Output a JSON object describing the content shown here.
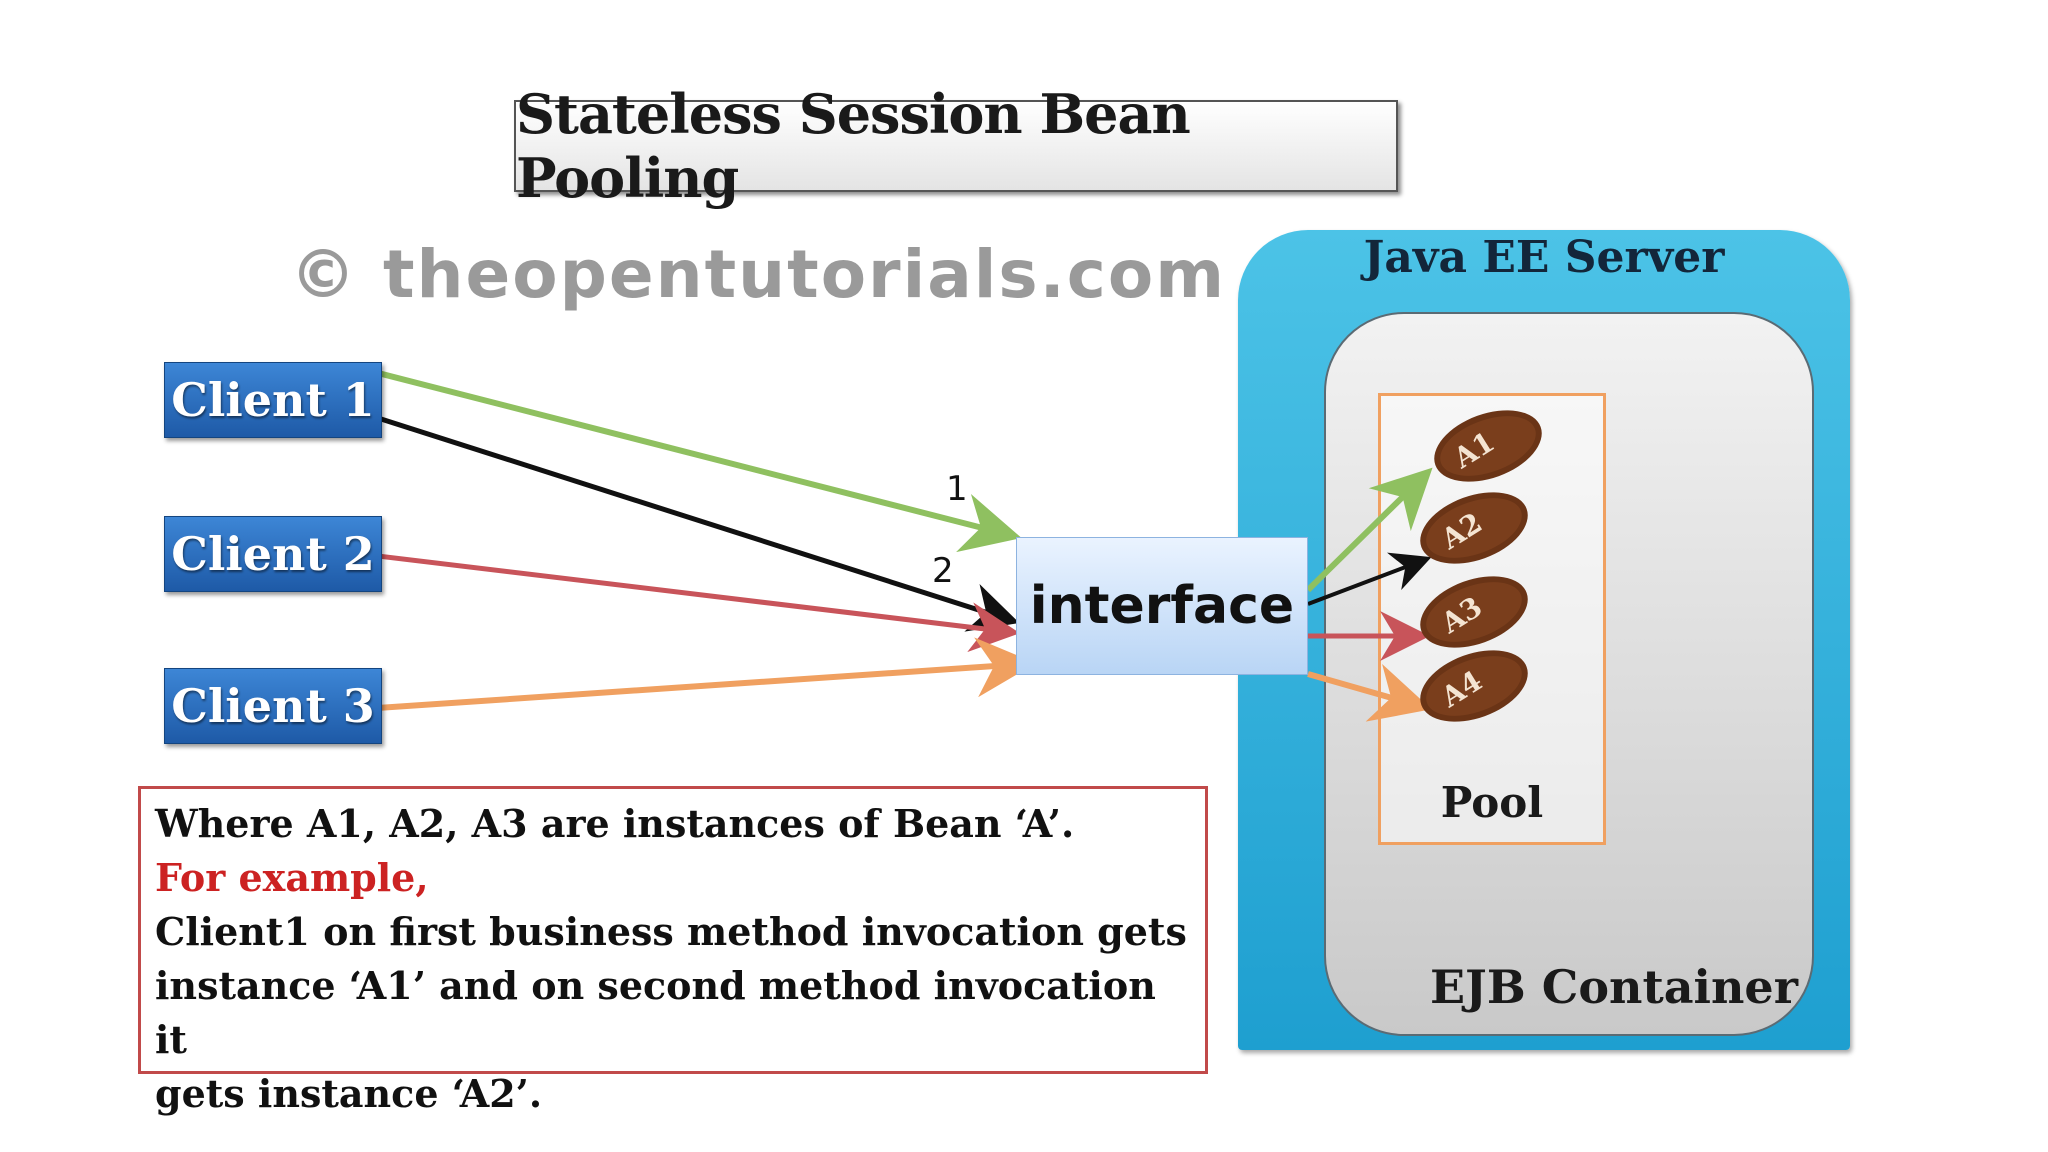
{
  "title": "Stateless Session Bean Pooling",
  "watermark": "© theopentutorials.com",
  "clients": [
    "Client 1",
    "Client 2",
    "Client 3"
  ],
  "interface_label": "interface",
  "server_label": "Java EE Server",
  "container_label": "EJB Container",
  "pool_label": "Pool",
  "instances": [
    "A1",
    "A2",
    "A3",
    "A4"
  ],
  "arrow_labels": [
    "1",
    "2"
  ],
  "note": {
    "line1": "Where A1, A2, A3 are instances of Bean ‘A’.",
    "line2": "For example,",
    "line3": "Client1 on first business method invocation gets",
    "line4": "instance ‘A1’ and on second method invocation it",
    "line5": "gets instance ‘A2’."
  },
  "colors": {
    "green": "#8fc060",
    "black": "#111111",
    "red": "#c8545a",
    "orange": "#f0a060",
    "client_blue": "#2a6fc0",
    "server_blue": "#30b2e0",
    "bean_brown": "#6a3416"
  }
}
